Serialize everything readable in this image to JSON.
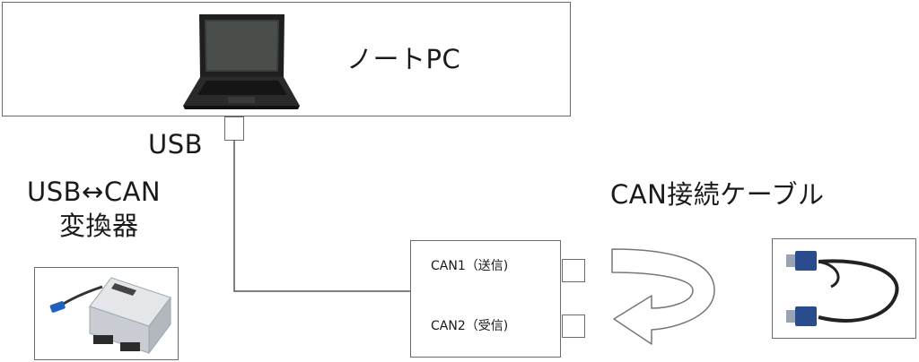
{
  "pc": {
    "label": "ノートPC"
  },
  "usb": {
    "label": "USB"
  },
  "converter": {
    "label_line1": "USB↔CAN",
    "label_line2": "変換器"
  },
  "can_device": {
    "port1_label": "CAN1（送信)",
    "port2_label": "CAN2（受信)"
  },
  "cable": {
    "label": "CAN接続ケーブル"
  },
  "icons": {
    "laptop": "laptop-icon",
    "converter": "usb-can-converter-icon",
    "cable": "can-cable-icon",
    "loop_arrow": "loop-arrow-icon"
  }
}
